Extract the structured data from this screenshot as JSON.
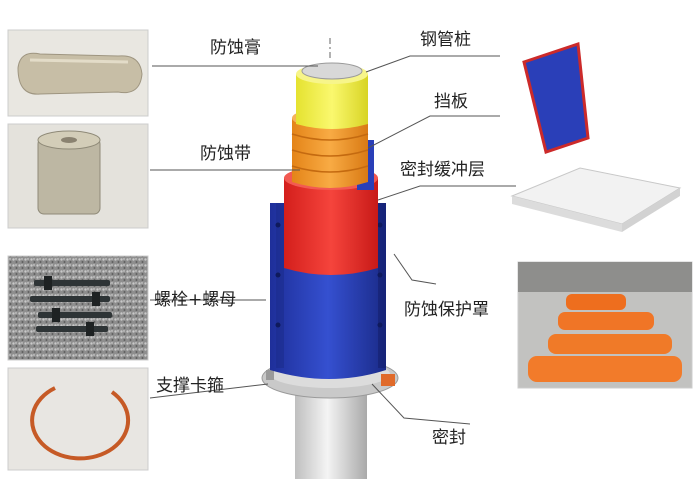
{
  "labels": {
    "anticorrosion_paste": "防蚀膏",
    "steel_pipe_pile": "钢管桩",
    "baffle": "挡板",
    "anticorrosion_tape": "防蚀带",
    "seal_buffer_layer": "密封缓冲层",
    "bolt_nut": "螺栓+螺母",
    "anticorrosion_cover": "防蚀保护罩",
    "support_clamp": "支撑卡箍",
    "seal": "密封"
  },
  "colors": {
    "paste_yellow": "#f3f04a",
    "tape_orange": "#f39a2a",
    "buffer_red": "#ee2d2a",
    "cover_blue": "#2a3fb8",
    "pipe_grey": "#d8d8d8",
    "clamp_orange": "#e06a2a",
    "leader_line": "#555555"
  }
}
